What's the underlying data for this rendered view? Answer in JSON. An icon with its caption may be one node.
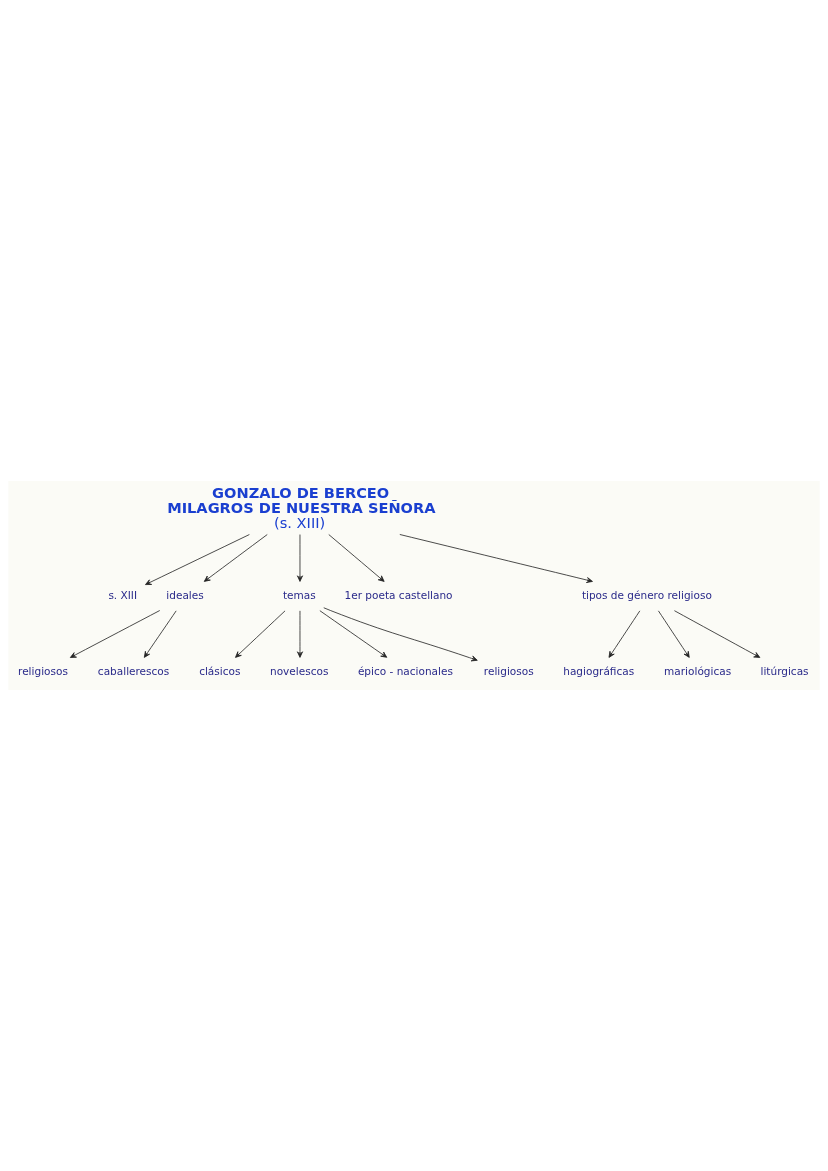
{
  "diagram": {
    "nodes": [
      {
        "text": [
          "GONZALO DE BERCEO",
          "MILAGROS DE NUESTRA SEÑORA",
          "(s. XIII)"
        ]
      },
      {
        "text": [
          "s. XIII"
        ]
      },
      {
        "text": [
          "ideales"
        ]
      },
      {
        "text": [
          "temas"
        ]
      },
      {
        "text": [
          "1er poeta castellano"
        ]
      },
      {
        "text": [
          "tipos de género religioso"
        ]
      },
      {
        "text": [
          "religiosos"
        ]
      },
      {
        "text": [
          "caballerescos"
        ]
      },
      {
        "text": [
          "clásicos"
        ]
      },
      {
        "text": [
          "novelescos"
        ]
      },
      {
        "text": [
          "épico - nacionales"
        ]
      },
      {
        "text": [
          "religiosos"
        ]
      },
      {
        "text": [
          "hagiográficas"
        ]
      },
      {
        "text": [
          "mariológicas"
        ]
      },
      {
        "text": [
          "litúrgicas"
        ]
      }
    ],
    "edges": [
      {
        "from": 0,
        "to": 1,
        "arrow": "to"
      },
      {
        "from": 0,
        "to": 2,
        "arrow": "to"
      },
      {
        "from": 0,
        "to": 3,
        "arrow": "to"
      },
      {
        "from": 0,
        "to": 4,
        "arrow": "to"
      },
      {
        "from": 0,
        "to": 5,
        "arrow": "to"
      },
      {
        "from": 2,
        "to": 6,
        "arrow": "to"
      },
      {
        "from": 2,
        "to": 7,
        "arrow": "to"
      },
      {
        "from": 3,
        "to": 8,
        "arrow": "to"
      },
      {
        "from": 3,
        "to": 9,
        "arrow": "to"
      },
      {
        "from": 3,
        "to": 10,
        "arrow": "to"
      },
      {
        "from": 3,
        "to": 11,
        "arrow": "to"
      },
      {
        "from": 5,
        "to": 12,
        "arrow": "to"
      },
      {
        "from": 5,
        "to": 13,
        "arrow": "to"
      },
      {
        "from": 5,
        "to": 14,
        "arrow": "to"
      }
    ]
  }
}
